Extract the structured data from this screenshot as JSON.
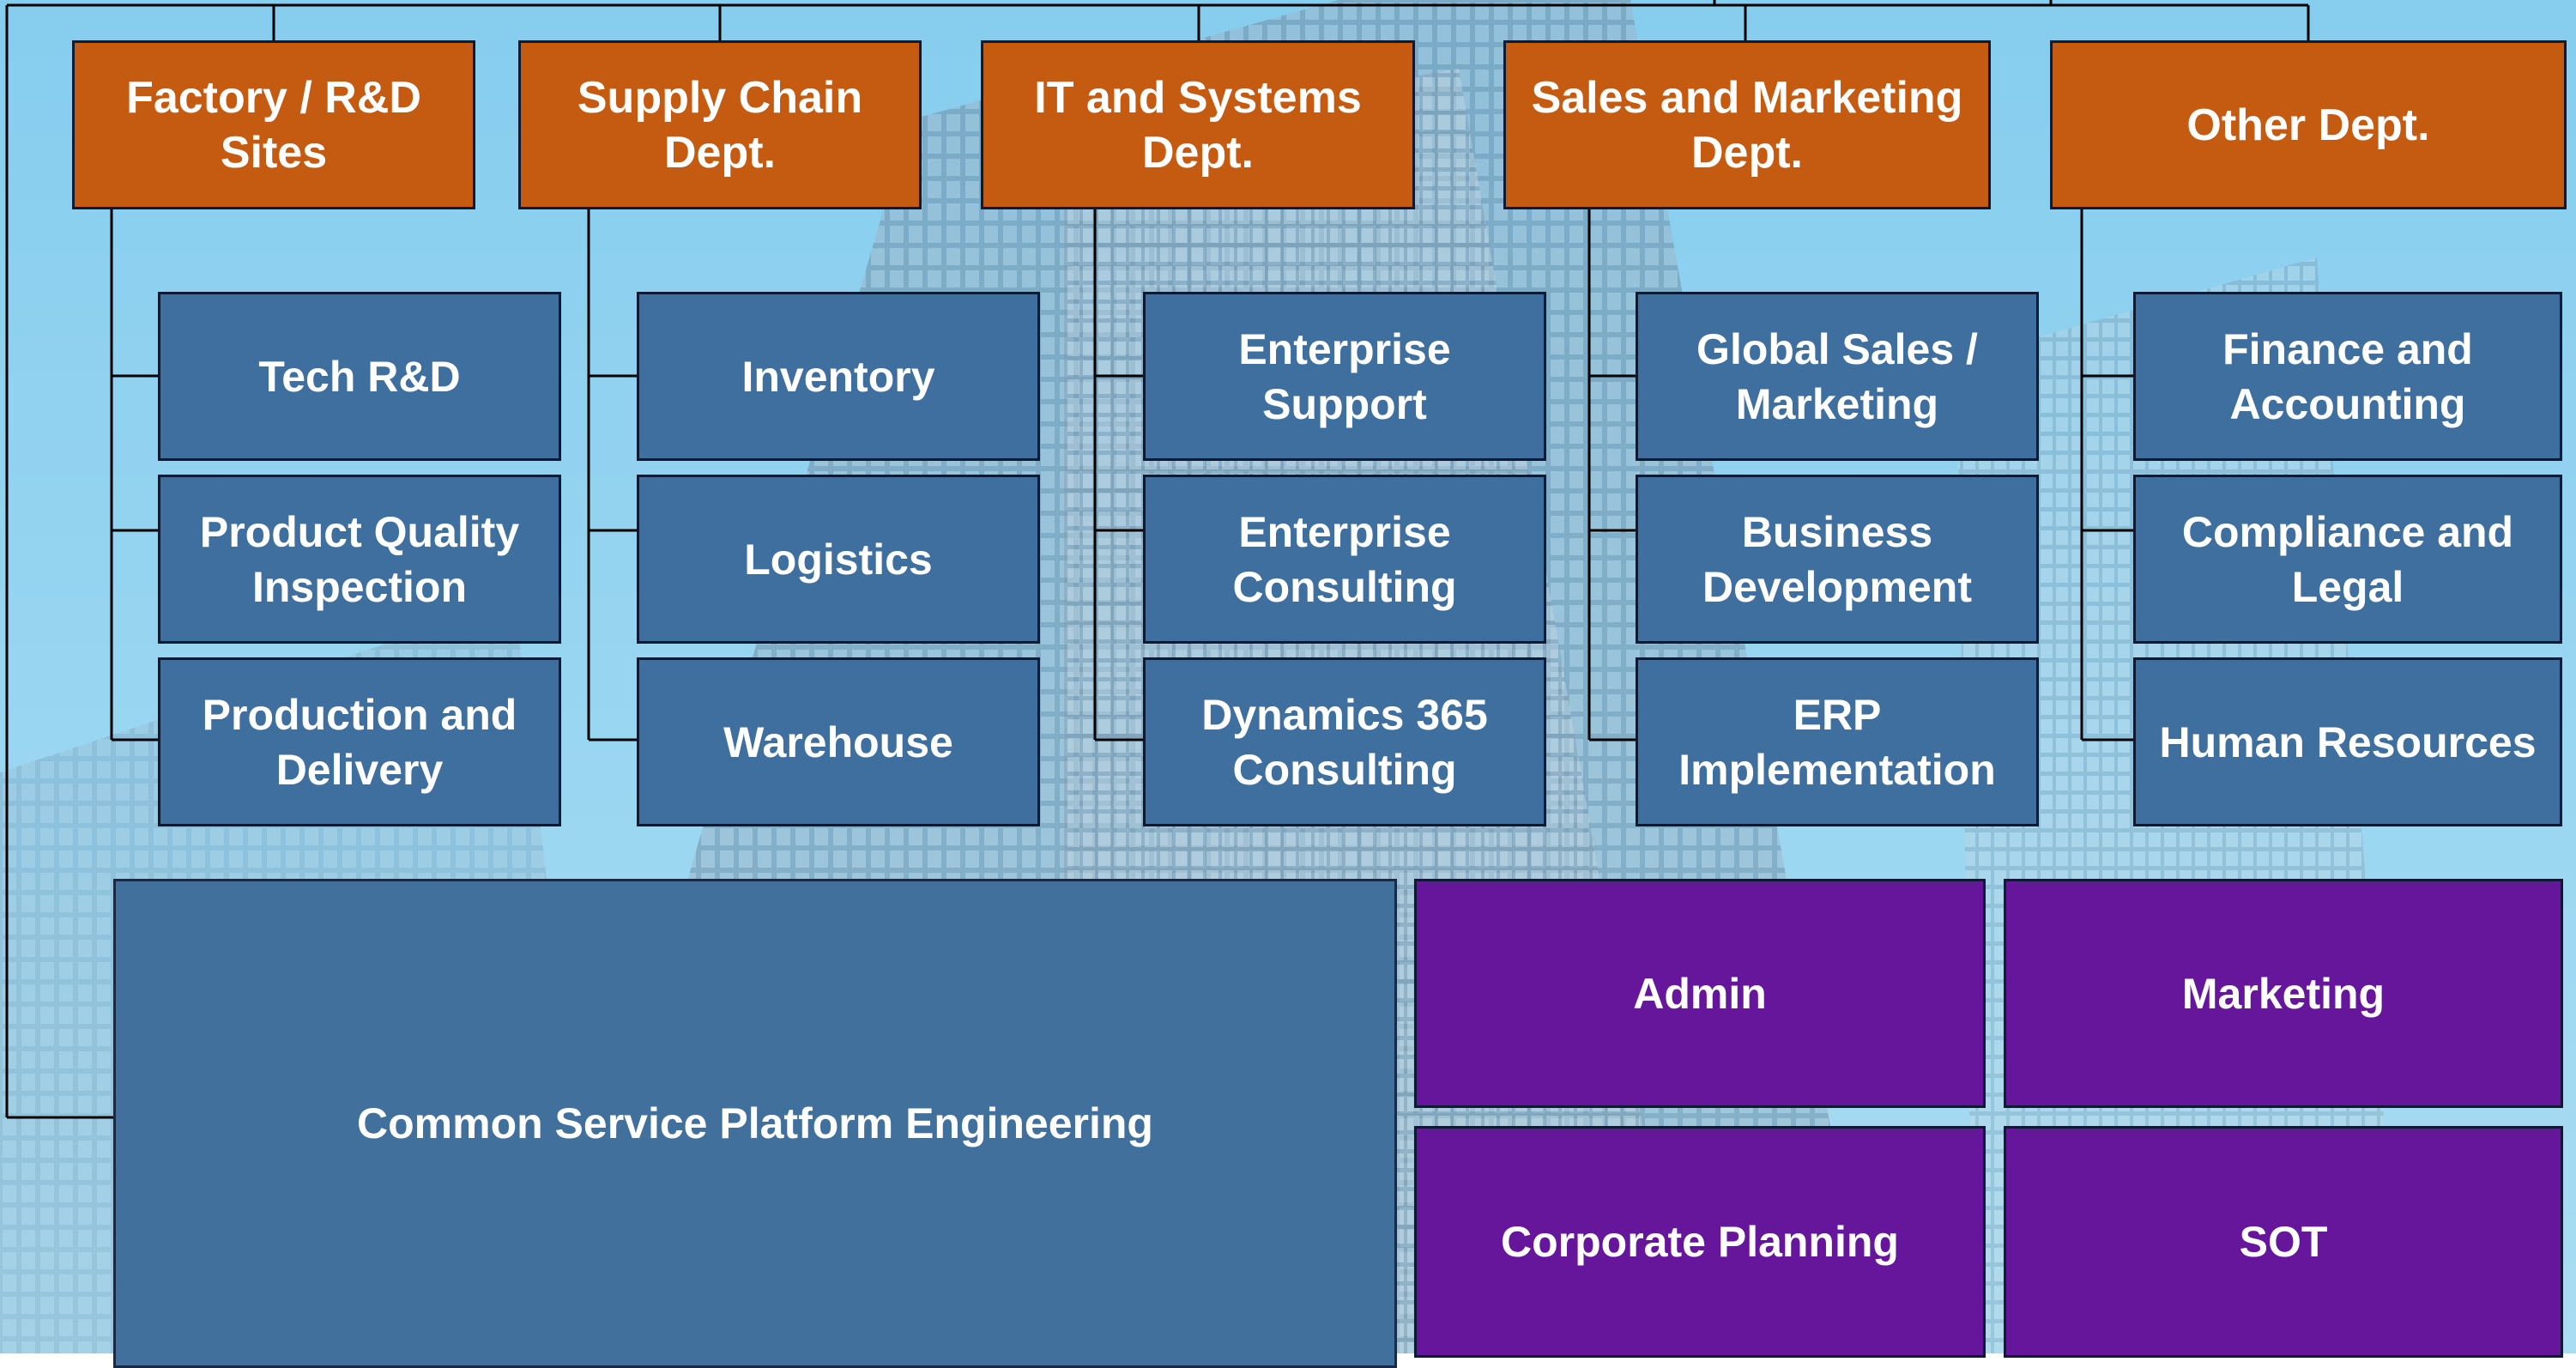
{
  "colors": {
    "dept": "#c55a11",
    "team": "#3f6f9e",
    "support": "#66169a",
    "connector": "#000000",
    "sky": "#8fd2f0"
  },
  "departments": [
    {
      "name": "Factory / R&D Sites",
      "teams": [
        "Tech R&D",
        "Product Quality Inspection",
        "Production and Delivery"
      ]
    },
    {
      "name": "Supply Chain Dept.",
      "teams": [
        "Inventory",
        "Logistics",
        "Warehouse"
      ]
    },
    {
      "name": "IT and Systems Dept.",
      "teams": [
        "Enterprise Support",
        "Enterprise Consulting",
        "Dynamics 365 Consulting"
      ]
    },
    {
      "name": "Sales and Marketing Dept.",
      "teams": [
        "Global Sales / Marketing",
        "Business Development",
        "ERP Implementation"
      ]
    },
    {
      "name": "Other Dept.",
      "teams": [
        "Finance and Accounting",
        "Compliance and Legal",
        "Human Resources"
      ]
    }
  ],
  "platform": {
    "name": "Common Service Platform Engineering"
  },
  "support_units": [
    "Admin",
    "Marketing",
    "Corporate Planning",
    "SOT"
  ]
}
